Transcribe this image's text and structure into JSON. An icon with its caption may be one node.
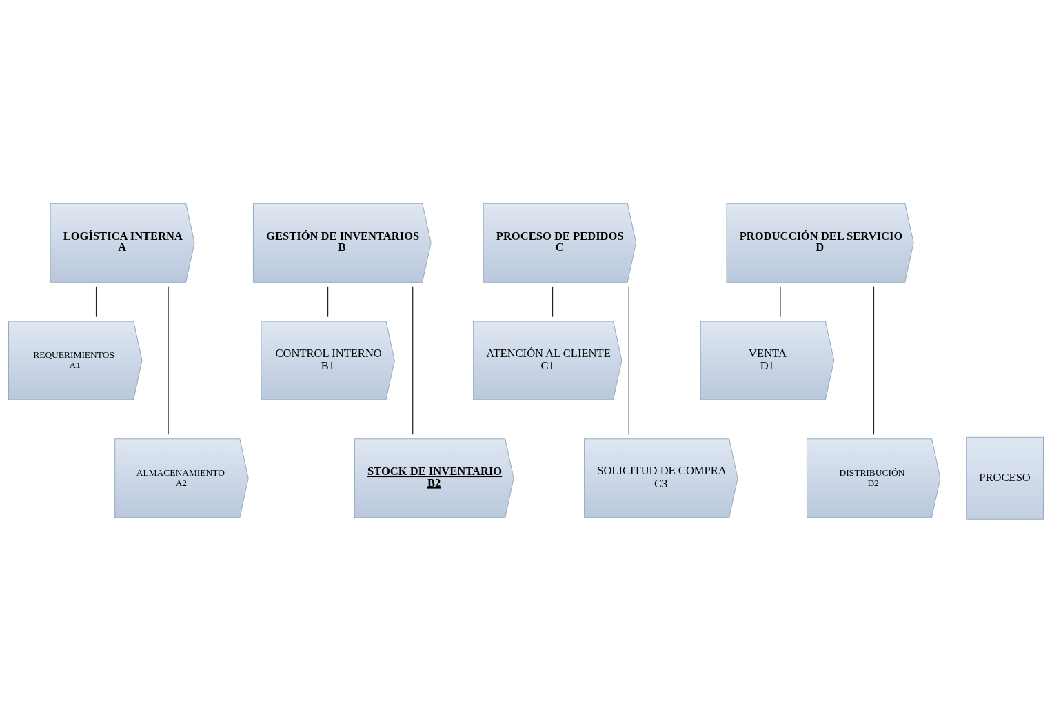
{
  "diagram": {
    "nodes": [
      {
        "text": [
          "LOGÍSTICA INTERNA",
          "A"
        ]
      },
      {
        "text": [
          "GESTIÓN DE INVENTARIOS",
          "B"
        ]
      },
      {
        "text": [
          "PROCESO DE PEDIDOS",
          "C"
        ]
      },
      {
        "text": [
          "PRODUCCIÓN DEL SERVICIO",
          "D"
        ]
      },
      {
        "text": [
          "REQUERIMIENTOS",
          "A1"
        ]
      },
      {
        "text": [
          "ALMACENAMIENTO",
          "A2"
        ]
      },
      {
        "text": [
          "CONTROL INTERNO",
          "B1"
        ]
      },
      {
        "text": [
          "STOCK DE INVENTARIO",
          "B2"
        ]
      },
      {
        "text": [
          "ATENCIÓN AL CLIENTE",
          "C1"
        ]
      },
      {
        "text": [
          "SOLICITUD DE COMPRA",
          "C3"
        ]
      },
      {
        "text": [
          "VENTA",
          "D1"
        ]
      },
      {
        "text": [
          "DISTRIBUCIÓN",
          "D2"
        ]
      },
      {
        "text": [
          "PROCESO"
        ]
      }
    ],
    "edges": [
      {
        "from": 0,
        "to": 4,
        "arrow": "none"
      },
      {
        "from": 0,
        "to": 5,
        "arrow": "none"
      },
      {
        "from": 1,
        "to": 6,
        "arrow": "none"
      },
      {
        "from": 1,
        "to": 7,
        "arrow": "none"
      },
      {
        "from": 2,
        "to": 8,
        "arrow": "none"
      },
      {
        "from": 2,
        "to": 9,
        "arrow": "none"
      },
      {
        "from": 3,
        "to": 10,
        "arrow": "none"
      },
      {
        "from": 3,
        "to": 11,
        "arrow": "none"
      }
    ]
  }
}
